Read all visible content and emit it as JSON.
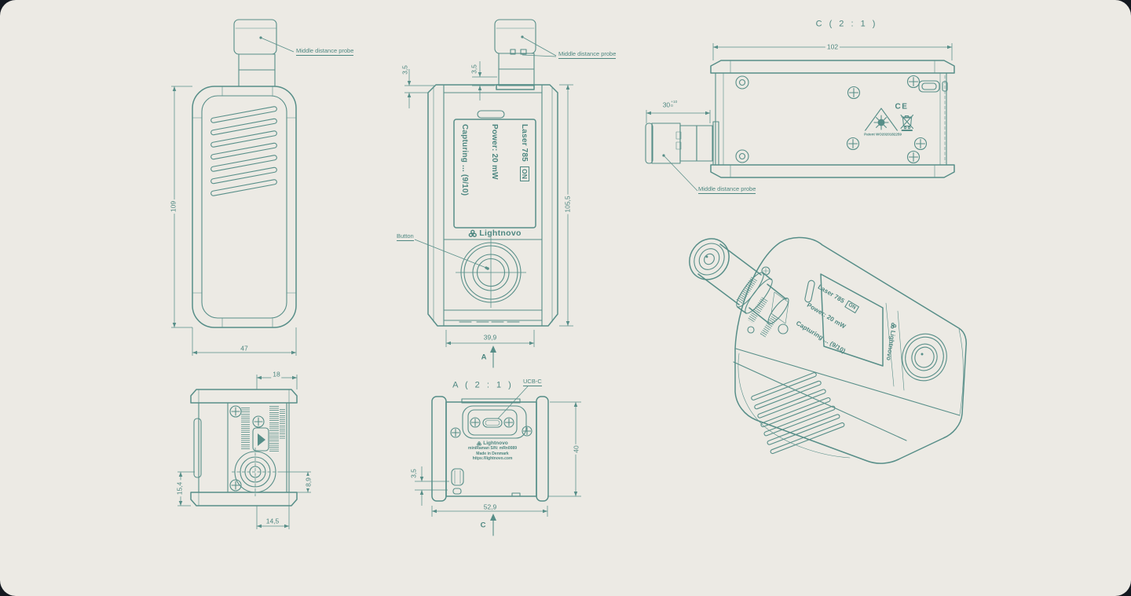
{
  "labels": {
    "middle_distance_probe": "Middle distance probe",
    "button": "Button"
  },
  "screen": {
    "line1": "Laser 785",
    "on_badge": "ON",
    "line2": "Power: 20 mW",
    "line3": "Capturing ... (9/10)"
  },
  "brand": "Lightnovo",
  "front_view": {
    "dim_height": "109",
    "dim_width": "47"
  },
  "screen_view": {
    "dim_gap_left": "3,5",
    "dim_gap_probe": "3,5",
    "dim_height": "105,5",
    "dim_width": "39,9",
    "section_label": "A"
  },
  "detail_c": {
    "title": "C ( 2 : 1 )",
    "dim_length": "102",
    "dim_probe": "30",
    "tol_upper": "+10",
    "tol_lower": "0",
    "ce_mark": "CE",
    "patent": "Patent WO2020182259"
  },
  "top_view": {
    "dim_top": "18",
    "dim_left": "15,4",
    "dim_right": "8,9",
    "dim_bottom": "14,5"
  },
  "detail_a": {
    "title": "A ( 2 : 1 )",
    "usb_label": "UCB-C",
    "dim_height": "40",
    "dim_width": "52,9",
    "dim_foot": "3,5",
    "section_label": "C",
    "serial_line": "miniRaman S/N: mRn0089",
    "made_line": "Made in Denmark",
    "url_line": "https://lightnovo.com"
  },
  "colors": {
    "line": "#578e88",
    "paper": "#eceae4",
    "frame": "#141920"
  }
}
